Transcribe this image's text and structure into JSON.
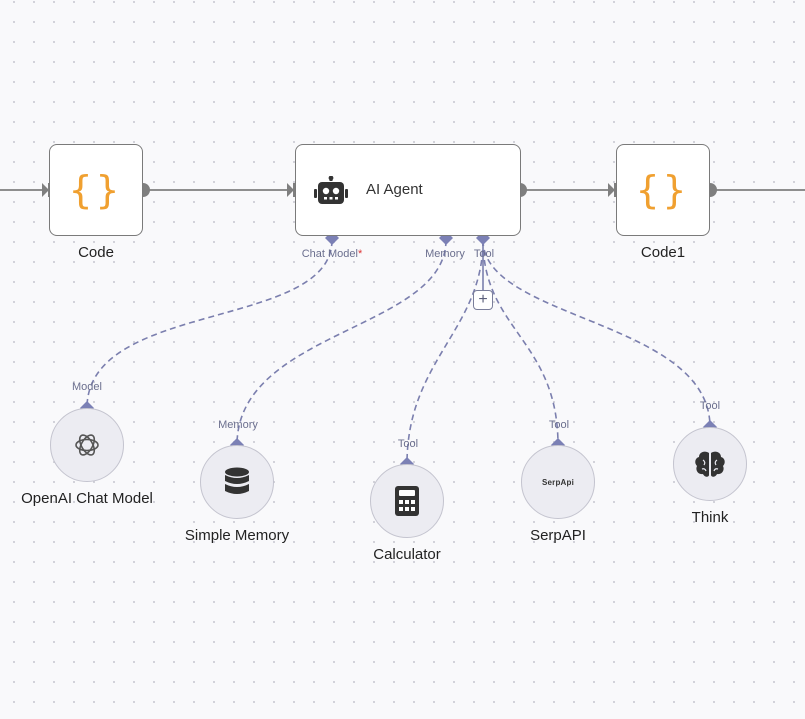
{
  "nodes": {
    "code": {
      "label": "Code",
      "icon": "braces-icon"
    },
    "agent": {
      "title": "AI Agent",
      "icon": "robot-icon"
    },
    "code1": {
      "label": "Code1",
      "icon": "braces-icon"
    }
  },
  "agent_ports": {
    "chat_model": "Chat Model",
    "chat_model_required": "*",
    "memory": "Memory",
    "tool": "Tool",
    "add_tool": "+"
  },
  "sub_nodes": [
    {
      "label": "OpenAI Chat Model",
      "port": "Model",
      "icon": "openai-icon"
    },
    {
      "label": "Simple Memory",
      "port": "Memory",
      "icon": "database-icon"
    },
    {
      "label": "Calculator",
      "port": "Tool",
      "icon": "calculator-icon"
    },
    {
      "label": "SerpAPI",
      "port": "Tool",
      "icon": "serpapi-logo",
      "logo_text": "SerpApi"
    },
    {
      "label": "Think",
      "port": "Tool",
      "icon": "brain-icon"
    }
  ],
  "colors": {
    "connection": "#7f7f7f",
    "sub_connection": "#7b7fae",
    "port_diamond": "#7b80b5",
    "code_icon": "#f0a030",
    "required": "#dd3333"
  }
}
